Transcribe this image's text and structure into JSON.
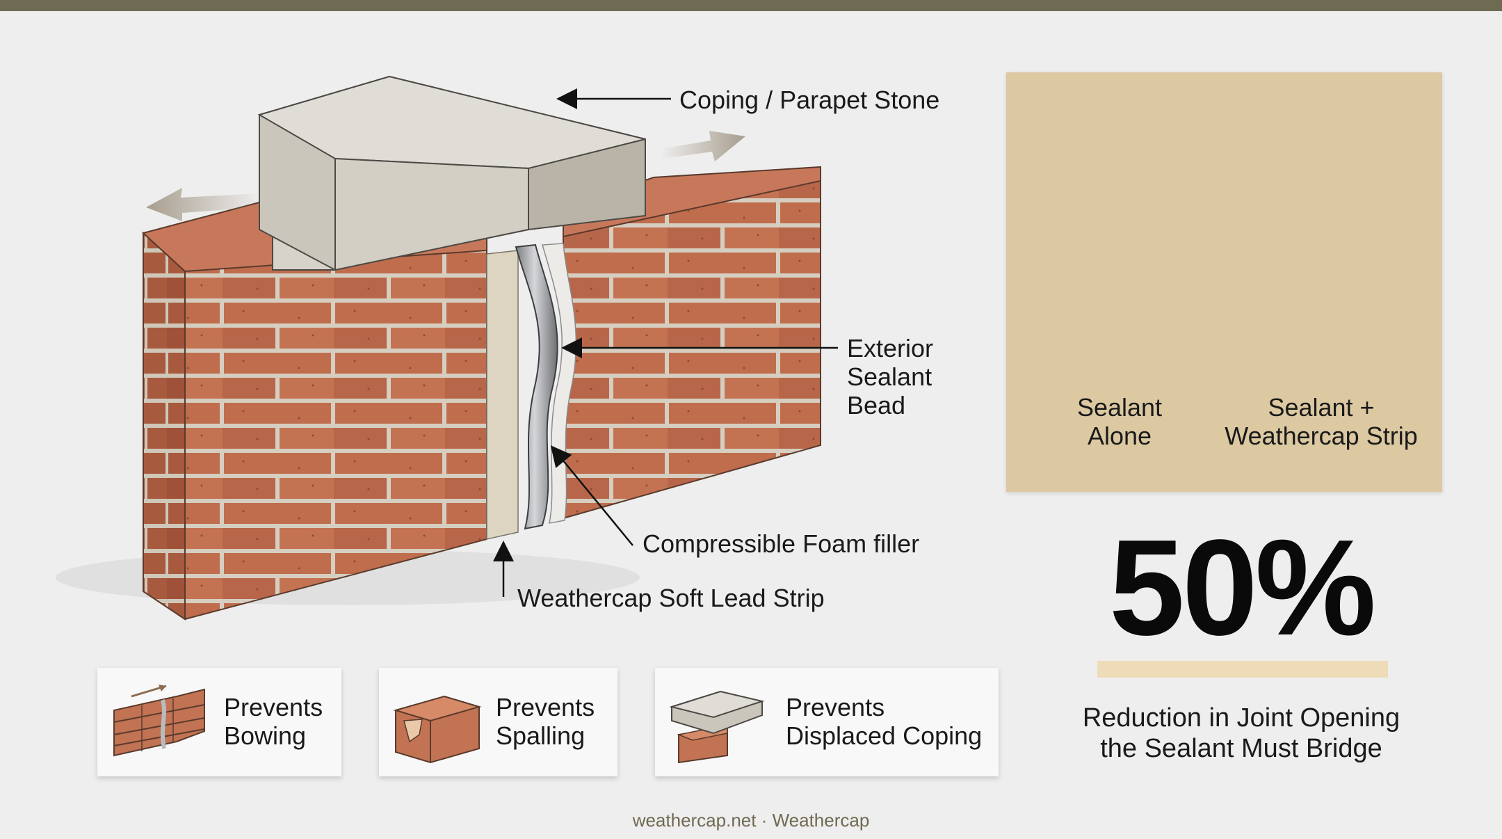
{
  "colors": {
    "top_bar": "#6f6a52",
    "brick": "#bf6d4d",
    "mortar": "#d9d3c6",
    "stone": "#d2cdc3",
    "panel": "#dcc9a2",
    "lead_strip": "#a3a5a8",
    "stat_underline": "#eddcb7"
  },
  "callouts": {
    "coping": "Coping / Parapet Stone",
    "sealant": "Exterior\nSealant\nBead",
    "foam": "Compressible Foam filler",
    "lead_strip": "Weathercap Soft Lead Strip"
  },
  "comparison": {
    "left_label": "Sealant\nAlone",
    "right_label": "Sealant +\nWeathercap Strip"
  },
  "stat": {
    "value": "50%",
    "caption": "Reduction in Joint Opening\nthe Sealant Must Bridge"
  },
  "benefits": [
    {
      "icon": "bowing-wall-icon",
      "label": "Prevents\nBowing"
    },
    {
      "icon": "spalled-brick-icon",
      "label": "Prevents\nSpalling"
    },
    {
      "icon": "displaced-coping-icon",
      "label": "Prevents\nDisplaced Coping"
    }
  ],
  "footer": "weathercap.net · Weathercap"
}
